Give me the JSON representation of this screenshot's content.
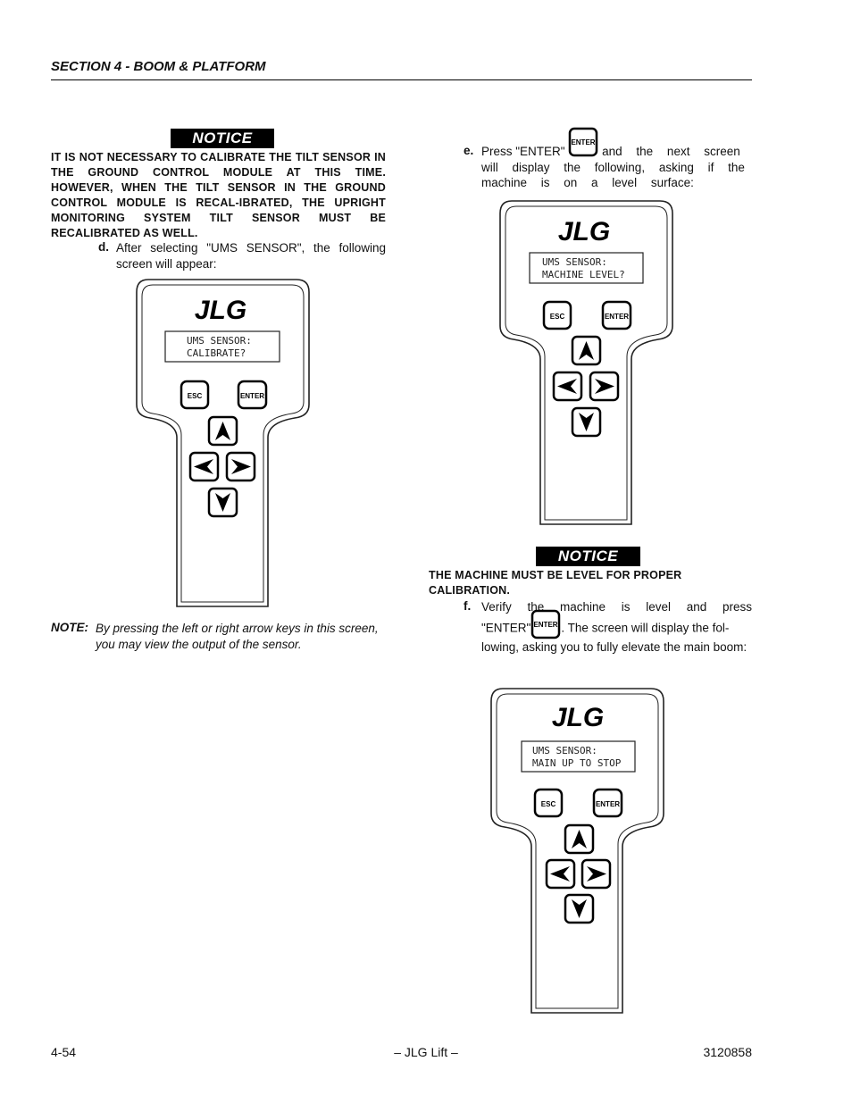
{
  "header": {
    "section_title": "SECTION 4 - BOOM & PLATFORM"
  },
  "notice1": {
    "badge": "NOTICE",
    "text": "IT IS NOT NECESSARY TO CALIBRATE THE TILT SENSOR IN THE GROUND CONTROL MODULE AT THIS TIME. HOWEVER, WHEN THE TILT SENSOR IN THE GROUND CONTROL MODULE IS RECAL-IBRATED, THE UPRIGHT MONITORING SYSTEM TILT SENSOR MUST BE RECALIBRATED AS WELL."
  },
  "step_d": {
    "letter": "d.",
    "text": "After selecting \"UMS SENSOR\", the following screen will appear:"
  },
  "analyzer_d": {
    "logo": "JLG",
    "lcd_line1": "UMS SENSOR:",
    "lcd_line2": "CALIBRATE?",
    "esc": "ESC",
    "enter": "ENTER"
  },
  "note": {
    "label": "NOTE:",
    "text": "By pressing the left or right arrow keys in this screen, you may view the output of the sensor."
  },
  "step_e": {
    "letter": "e.",
    "text_before": "Press \"ENTER\"",
    "text_after": "and the next screen will display the following, asking if the machine is on a level surface:",
    "key": "ENTER"
  },
  "analyzer_e": {
    "logo": "JLG",
    "lcd_line1": "UMS SENSOR:",
    "lcd_line2": "MACHINE LEVEL?",
    "esc": "ESC",
    "enter": "ENTER"
  },
  "notice2": {
    "badge": "NOTICE",
    "text": "THE MACHINE MUST BE LEVEL FOR PROPER CALIBRATION."
  },
  "step_f": {
    "letter": "f.",
    "text_line1": "Verify the machine is level and press",
    "text_before": "\"ENTER\"",
    "text_after": ". The screen will display the fol-lowing, asking you to fully elevate the main boom:",
    "key": "ENTER"
  },
  "analyzer_f": {
    "logo": "JLG",
    "lcd_line1": "UMS SENSOR:",
    "lcd_line2": "MAIN UP TO STOP",
    "esc": "ESC",
    "enter": "ENTER"
  },
  "footer": {
    "page": "4-54",
    "center": "– JLG Lift –",
    "doc_number": "3120858"
  }
}
